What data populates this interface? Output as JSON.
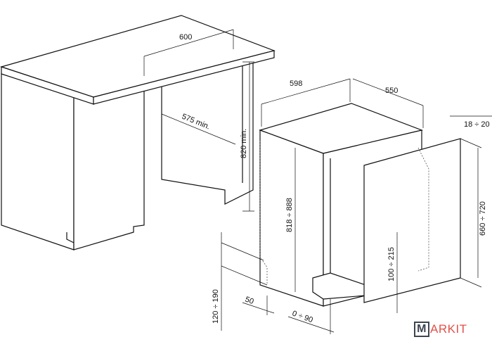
{
  "dimensions": {
    "counter_width": "600",
    "niche_depth": "575 min.",
    "niche_height": "820 min.",
    "appliance_width": "598",
    "appliance_depth": "550",
    "panel_thickness": "18 ÷ 20",
    "appliance_height": "818 ÷ 888",
    "panel_height": "660 ÷ 720",
    "panel_offset": "100 ÷ 215",
    "plinth_height": "120 ÷ 190",
    "plinth_setback": "50",
    "foot_adjust": "0 ÷ 90"
  },
  "logo": {
    "box_letter": "M",
    "rest": "ARKIT"
  }
}
